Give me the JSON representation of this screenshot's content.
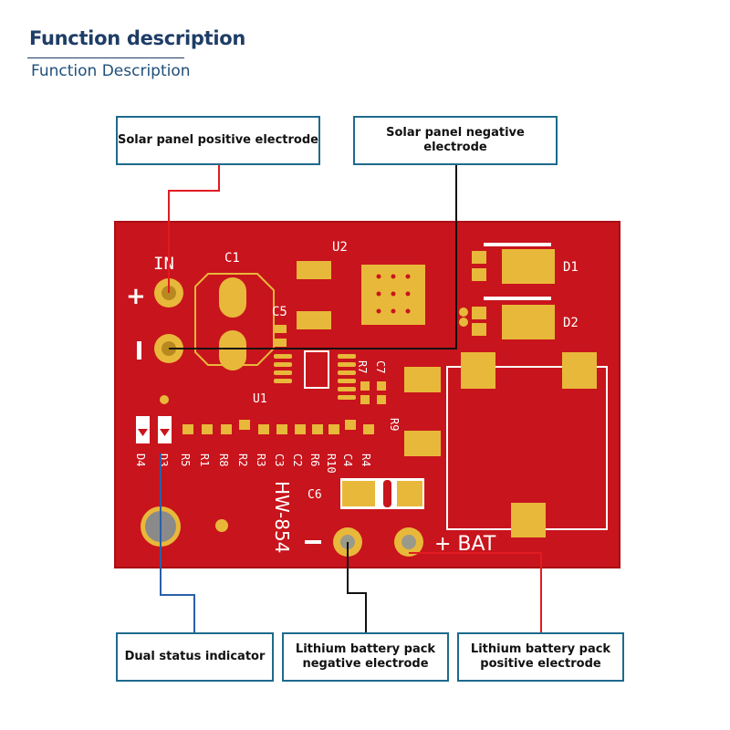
{
  "header": {
    "title": "Function description",
    "subtitle": "Function Description"
  },
  "callouts": {
    "solar_positive": "Solar panel positive electrode",
    "solar_negative": "Solar panel negative electrode",
    "dual_status": "Dual status indicator",
    "battery_negative": "Lithium battery pack\nnegative electrode",
    "battery_positive": "Lithium battery pack\npositive electrode"
  },
  "board": {
    "model": "HW-854",
    "in_label": "IN",
    "plus": "+",
    "minus": "−",
    "bat_label": "+ BAT",
    "refs": {
      "c1": "C1",
      "u2": "U2",
      "c5": "C5",
      "d1": "D1",
      "d2": "D2",
      "u1": "U1",
      "r7": "R7",
      "c7": "C7",
      "r9": "R9",
      "c6": "C6",
      "d4": "D4",
      "d3": "D3",
      "r5": "R5",
      "r1": "R1",
      "r8": "R8",
      "r2": "R2",
      "r3": "R3",
      "c3": "C3",
      "c2": "C2",
      "r6": "R6",
      "r10": "R10",
      "c4": "C4",
      "r4": "R4"
    }
  },
  "colors": {
    "board_red": "#c8141c",
    "pad_gold": "#e8b83a",
    "label_border": "#1e6a8c",
    "wire_red": "#e11b22",
    "wire_black": "#111111",
    "wire_blue": "#2a5fa8"
  }
}
